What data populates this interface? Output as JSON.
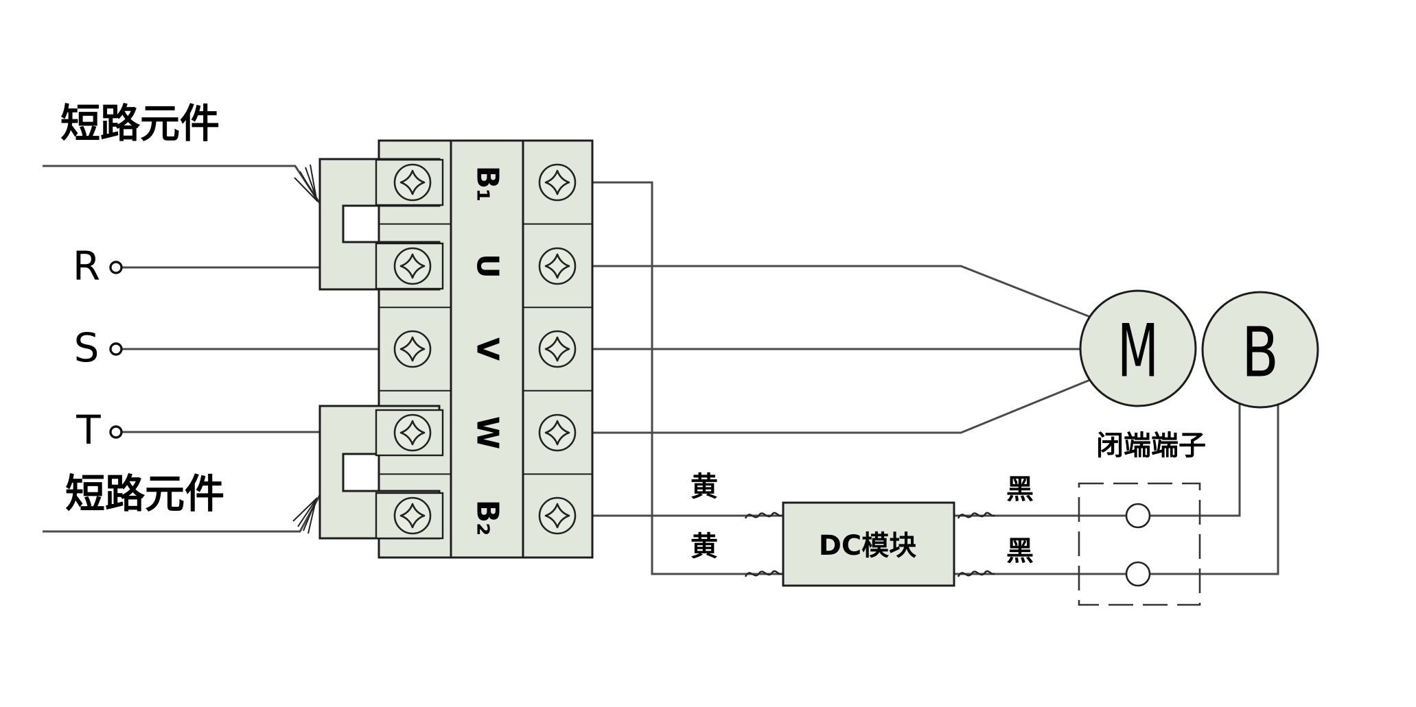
{
  "colors": {
    "component_fill": "#e1e7db",
    "outline": "#1d1d1d",
    "wire": "#4a4a4a"
  },
  "labels": {
    "short_circuit_top": "短路元件",
    "short_circuit_bottom": "短路元件",
    "closed_end_terminal": "闭端端子",
    "dc_module": "DC模块",
    "wire_yellow_1": "黄",
    "wire_yellow_2": "黄",
    "wire_black_1": "黑",
    "wire_black_2": "黑",
    "motor": "M",
    "brake": "B"
  },
  "phases": {
    "r": "R",
    "s": "S",
    "t": "T"
  },
  "terminals": [
    "B₁",
    "U",
    "V",
    "W",
    "B₂"
  ]
}
